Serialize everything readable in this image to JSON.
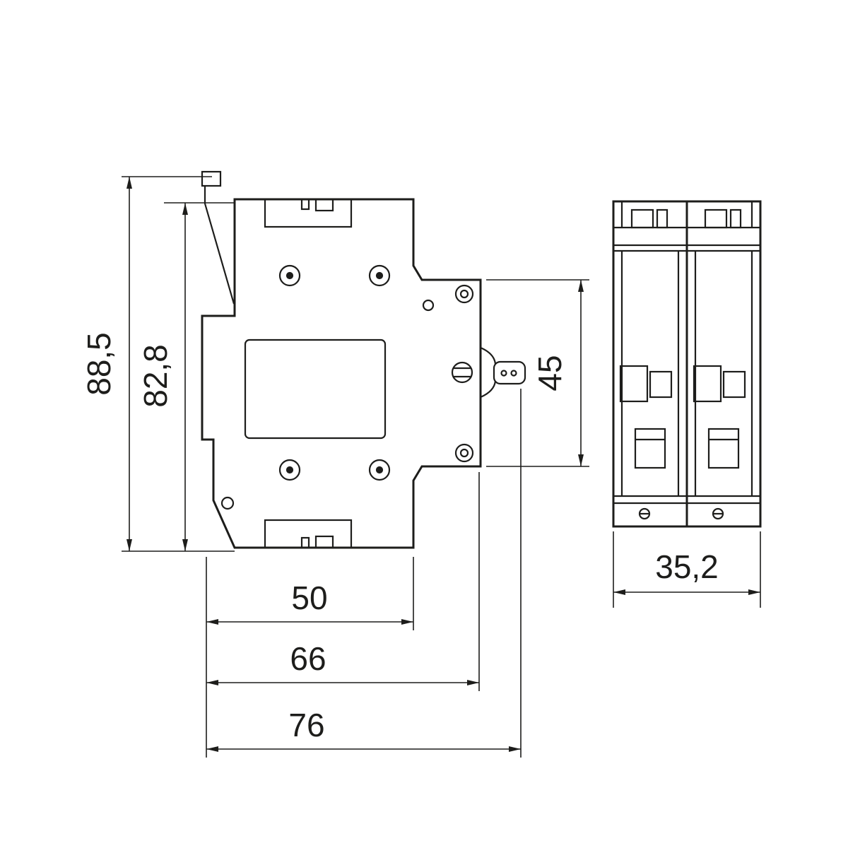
{
  "drawing": {
    "background": "#ffffff",
    "line_color": "#1d1d1b",
    "dimensions": {
      "overall_height": "88,5",
      "body_height": "82,8",
      "terminal_span": "45",
      "body_width": "50",
      "body_width_with_connector": "66",
      "overall_width": "76",
      "pole_width": "35,2"
    }
  }
}
